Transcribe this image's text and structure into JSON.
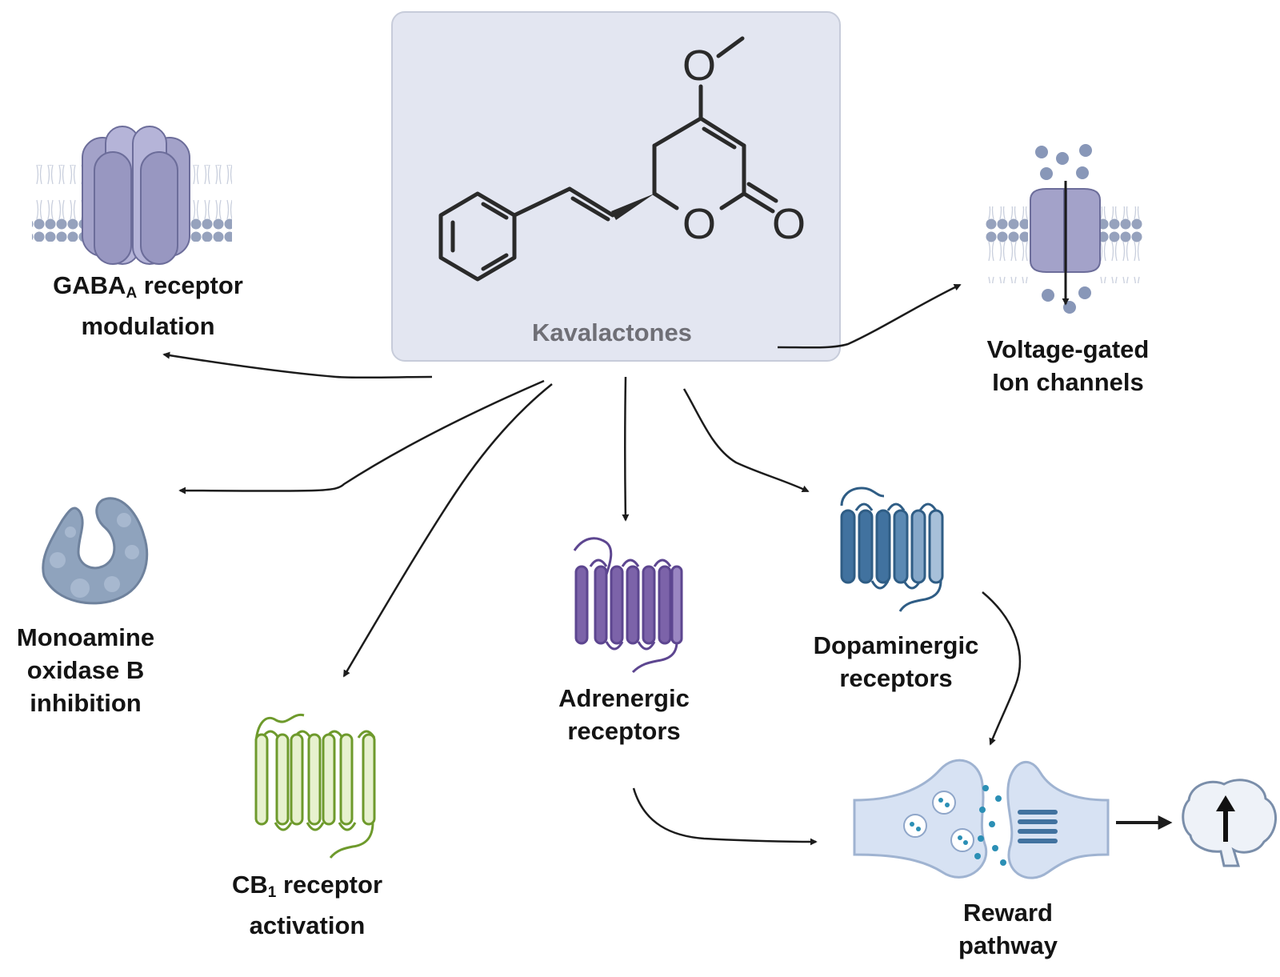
{
  "center": {
    "title": "Kavalactones",
    "atoms": {
      "o_methoxy": "O",
      "o_ring": "O",
      "o_carbonyl": "O"
    }
  },
  "targets": {
    "gaba": {
      "name": "GABA",
      "sub": "A",
      "line1_rest": " receptor",
      "line2": "modulation"
    },
    "vgic": {
      "line1": "Voltage-gated",
      "line2": "Ion channels"
    },
    "maob": {
      "line1": "Monoamine",
      "line2": "oxidase B",
      "line3": "inhibition"
    },
    "cb1": {
      "name": "CB",
      "sub": "1",
      "line1_rest": " receptor",
      "line2": "activation"
    },
    "adrenergic": {
      "line1": "Adrenergic",
      "line2": "receptors"
    },
    "dopaminergic": {
      "line1": "Dopaminergic",
      "line2": "receptors"
    },
    "reward": {
      "line1": "Reward",
      "line2": "pathway"
    }
  },
  "colors": {
    "center_box": "#e3e6f1",
    "gaba_channel": "#a3a2c9",
    "membrane_head": "#96a2bd",
    "maob": "#8fa3bd",
    "cb1": "#6e9a2c",
    "adrenergic": "#7c63a9",
    "dopaminergic": "#41729f",
    "reward": "#d7e2f3",
    "arrow": "#1c1c1c"
  },
  "icons": [
    "gaba-channel-icon",
    "ion-channel-icon",
    "enzyme-icon",
    "gpcr-icon",
    "synapse-icon",
    "brain-up-arrow-icon"
  ]
}
